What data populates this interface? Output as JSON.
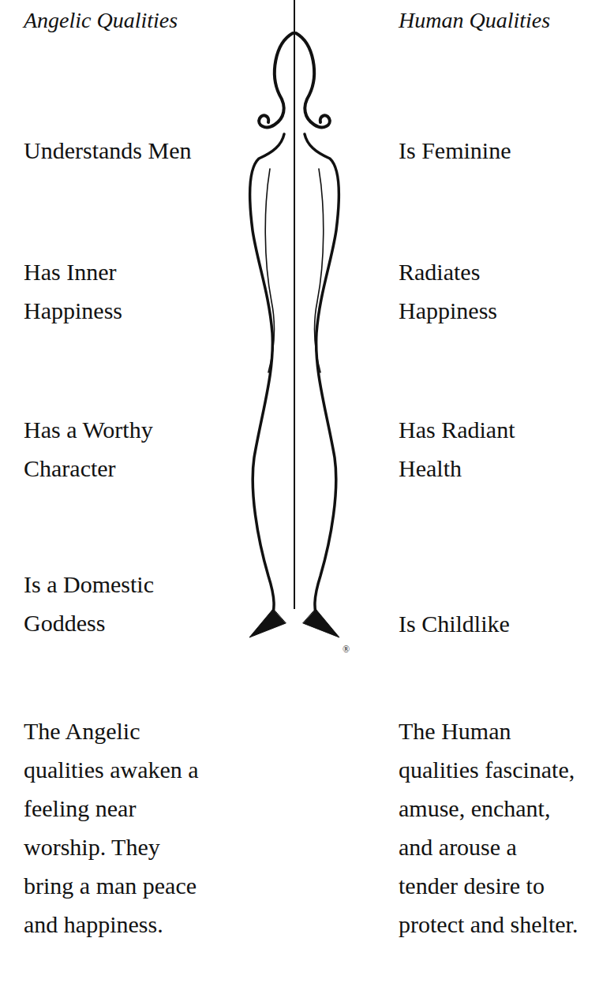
{
  "diagram": {
    "labels": [
      "Angelic Qualities",
      "Human Qualities",
      "Understands Men",
      "Is Feminine",
      "Has Inner Happiness",
      "Radiates Happiness",
      "Has a Worthy Character",
      "Has Radiant Health",
      "Is a Domestic Goddess",
      "Is Childlike",
      "The Angelic qualities awaken a feeling near worship. They bring a man peace and happiness.",
      "The Human qualities fascinate, amuse, enchant, and arouse a tender desire to protect and shelter.",
      "®"
    ]
  }
}
